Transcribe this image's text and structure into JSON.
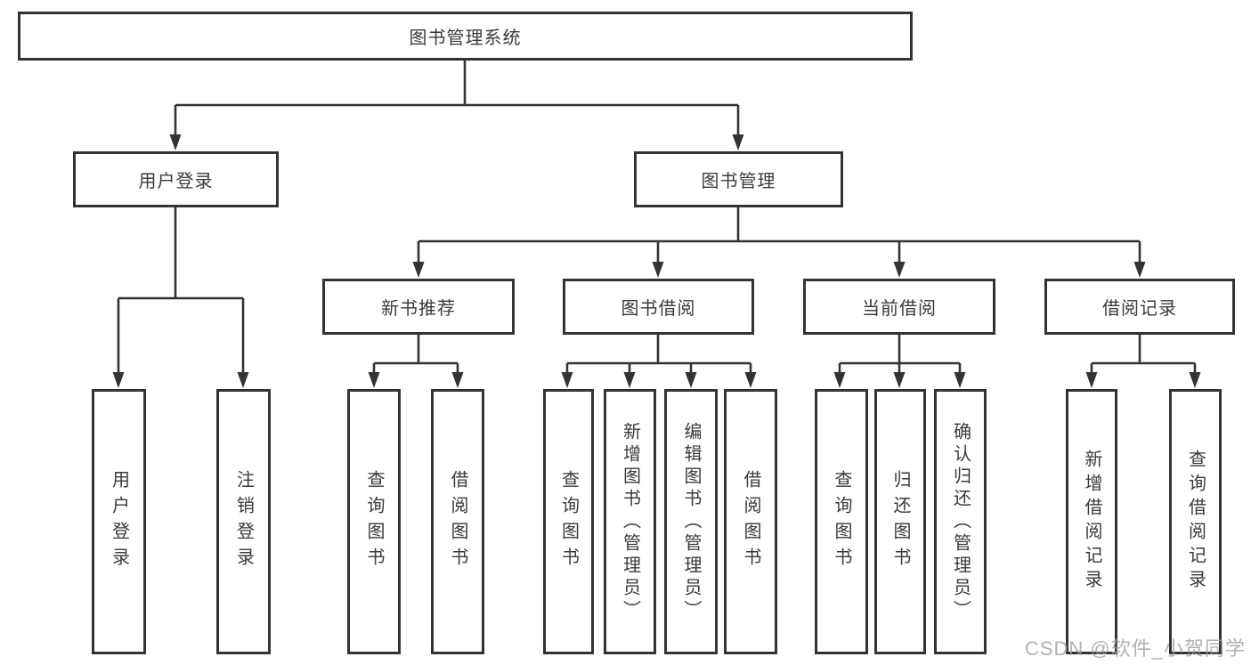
{
  "tree": {
    "root": "图书管理系统",
    "branches": [
      {
        "label": "用户登录",
        "children": [
          {
            "label": "用户登录"
          },
          {
            "label": "注销登录"
          }
        ]
      },
      {
        "label": "图书管理",
        "children": [
          {
            "label": "新书推荐",
            "children": [
              {
                "label": "查询图书"
              },
              {
                "label": "借阅图书"
              }
            ]
          },
          {
            "label": "图书借阅",
            "children": [
              {
                "label": "查询图书"
              },
              {
                "label": "新增图书（管理员）"
              },
              {
                "label": "编辑图书（管理员）"
              },
              {
                "label": "借阅图书"
              }
            ]
          },
          {
            "label": "当前借阅",
            "children": [
              {
                "label": "查询图书"
              },
              {
                "label": "归还图书"
              },
              {
                "label": "确认归还（管理员）"
              }
            ]
          },
          {
            "label": "借阅记录",
            "children": [
              {
                "label": "新增借阅记录"
              },
              {
                "label": "查询借阅记录"
              }
            ]
          }
        ]
      }
    ]
  },
  "watermark": {
    "text": "CSDN @软件_小贺同学"
  },
  "colors": {
    "line": "#333333",
    "box_border": "#333333",
    "box_fill": "#ffffff",
    "text": "#3a3a3a",
    "watermark": "#9e9e9e",
    "background": "#ffffff"
  }
}
